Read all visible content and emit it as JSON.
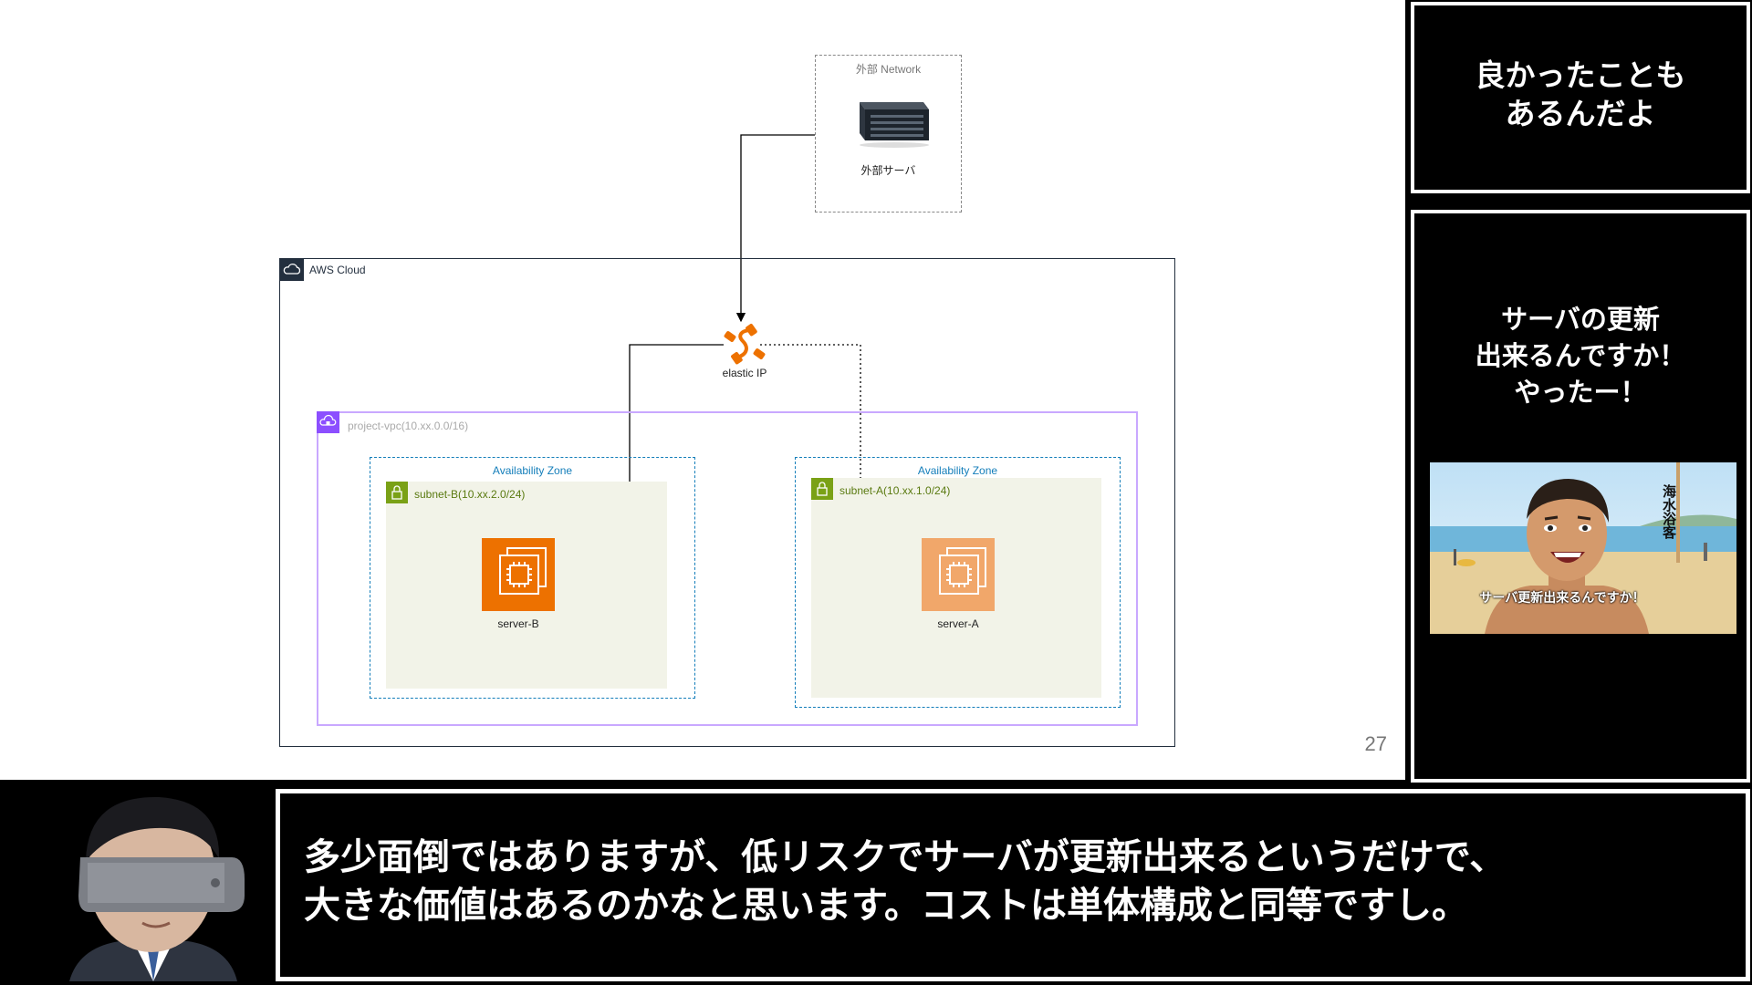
{
  "slide": {
    "page_number": "27",
    "diagram": {
      "external_network_label": "外部 Network",
      "external_server_label": "外部サーバ",
      "aws_cloud_label": "AWS Cloud",
      "elastic_ip_label": "elastic IP",
      "vpc_label": "project-vpc(10.xx.0.0/16)",
      "az_left_label": "Availability Zone",
      "az_right_label": "Availability Zone",
      "subnet_b_label": "subnet-B(10.xx.2.0/24)",
      "subnet_a_label": "subnet-A(10.xx.1.0/24)",
      "server_b_label": "server-B",
      "server_a_label": "server-A"
    }
  },
  "side_panels": {
    "top_text": "良かったことも\nあるんだよ",
    "middle_text": "サーバの更新\n出来るんですか！\nやったー！",
    "image_vertical_caption": "海水浴客",
    "image_subtitle": "サーバ更新出来るんですか！"
  },
  "subtitle": {
    "text": "多少面倒ではありますが、低リスクでサーバが更新出来るというだけで、\n大きな価値はあるのかなと思います。コストは単体構成と同等ですし。"
  },
  "colors": {
    "aws_orange": "#ed7100",
    "aws_orange_light": "#f1a76a",
    "vpc_purple": "#8c4fff",
    "subnet_green": "#7aa116",
    "subnet_fill": "#f2f3e8",
    "az_blue": "#147eba"
  }
}
